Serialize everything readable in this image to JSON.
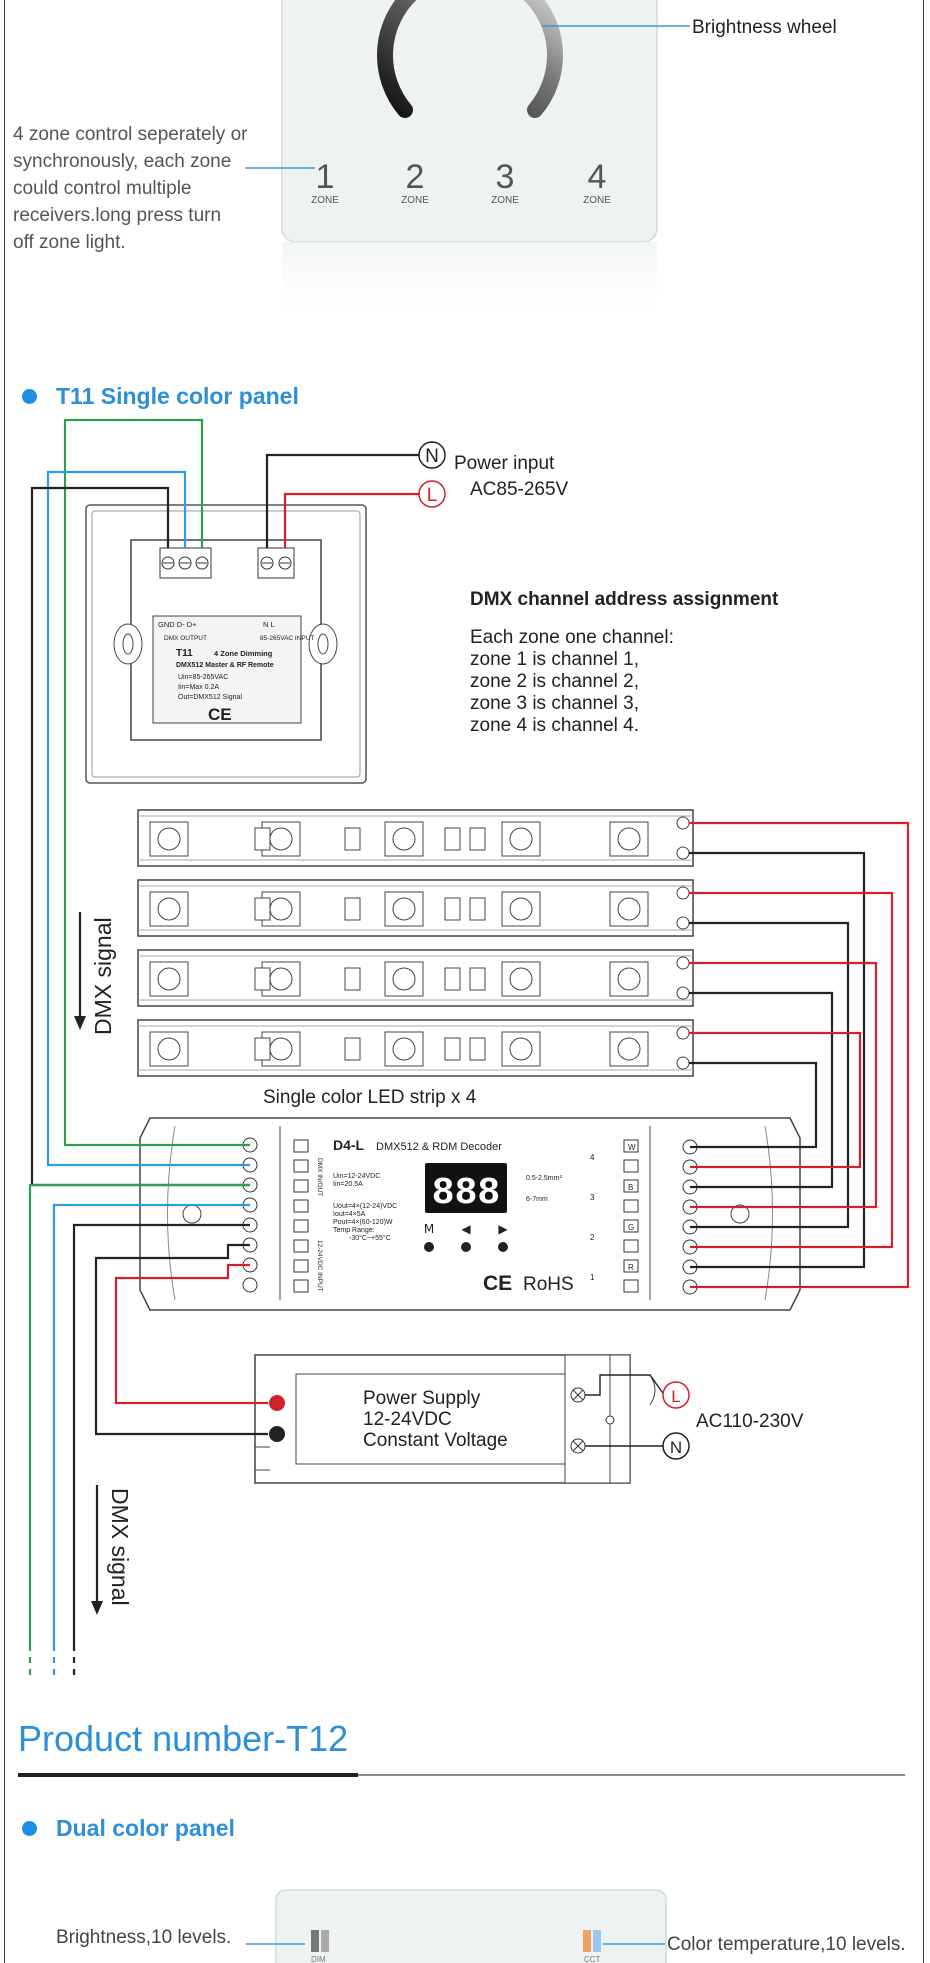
{
  "top": {
    "brightness_wheel_label": "Brightness wheel",
    "zone_description": [
      "4 zone control seperately or",
      "synchronously, each zone",
      "could control multiple",
      "receivers.long press turn",
      "off zone light."
    ],
    "zones": [
      "1",
      "2",
      "3",
      "4"
    ],
    "zone_word": "ZONE"
  },
  "section_t11": {
    "title": "T11 Single color panel"
  },
  "wiring": {
    "n_symbol": "N",
    "l_symbol": "L",
    "power_input": "Power input",
    "power_input_voltage": "AC85-265V",
    "dmx_title": "DMX channel address assignment",
    "dmx_lines": [
      "Each zone one channel:",
      "zone 1 is channel 1,",
      "zone 2 is channel 2,",
      "zone 3 is channel 3,",
      "zone 4 is channel 4."
    ],
    "dmx_signal": "DMX signal",
    "led_strip_label": "Single color LED strip x 4",
    "panel_terminals_left": "GND  D-   D+",
    "panel_terminals_left_sub": "DMX OUTPUT",
    "panel_terminals_right": "N    L",
    "panel_terminals_right_sub": "85-265VAC INPUT",
    "panel_model": "T11",
    "panel_model_desc": "4 Zone Dimming",
    "panel_sub": "DMX512 Master & RF Remote",
    "panel_specs": [
      "Uin=85-265VAC",
      "Iin=Max 0.2A",
      "Out=DMX512 Signal"
    ],
    "ce": "CE",
    "decoder_model": "D4-L",
    "decoder_desc": "DMX512 & RDM Decoder",
    "decoder_display": "888",
    "decoder_specs": [
      "Uin=12-24VDC",
      "Iin=20.5A",
      "",
      "Uout=4×(12-24)VDC",
      "Iout=4×5A",
      "Pout=4×(60-120)W",
      "Temp Range:",
      "-30°C~+55°C"
    ],
    "decoder_buttons": [
      "M",
      "◀",
      "▶"
    ],
    "decoder_wire_spec": [
      "0.5-2.5mm²",
      "6-7mm"
    ],
    "decoder_channels": [
      "4",
      "3",
      "2",
      "1"
    ],
    "decoder_channel_tags": [
      "W",
      "B",
      "G",
      "R"
    ],
    "decoder_input_label": "DMX IN/OUT",
    "decoder_power_label": "12-24VDC INPUT",
    "rohs": "RoHS",
    "psu_lines": [
      "Power Supply",
      "12-24VDC",
      "Constant Voltage"
    ],
    "ac_label": "AC110-230V"
  },
  "product": {
    "title": "Product number-T12"
  },
  "section_dual": {
    "title": "Dual color panel",
    "brightness_label": "Brightness,10 levels.",
    "color_temp_label": "Color temperature,10 levels.",
    "dim_tag": "DIM",
    "cct_tag": "CCT"
  },
  "colors": {
    "accent": "#2d8fd8",
    "wire_green": "#2e9e4f",
    "wire_blue": "#2f9be0",
    "wire_red": "#d4202a",
    "wire_black": "#222222"
  }
}
